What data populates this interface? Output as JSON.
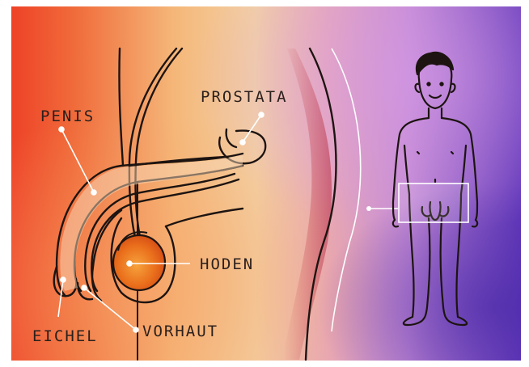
{
  "labels": {
    "penis": "PENIS",
    "prostata": "PROSTATA",
    "hoden": "HODEN",
    "eichel": "EICHEL",
    "vorhaut": "VORHAUT"
  },
  "colors": {
    "background_left": "#f04a2a",
    "background_mid": "#f2c48e",
    "background_right": "#6a3fbf",
    "line": "#1d1411",
    "testis": "#e8731d",
    "pointer": "#ffffff",
    "highlight_box": "#ffffff"
  },
  "icons": {
    "figure": "standing-person-figure",
    "anatomy": "male-reproductive-cross-section"
  }
}
